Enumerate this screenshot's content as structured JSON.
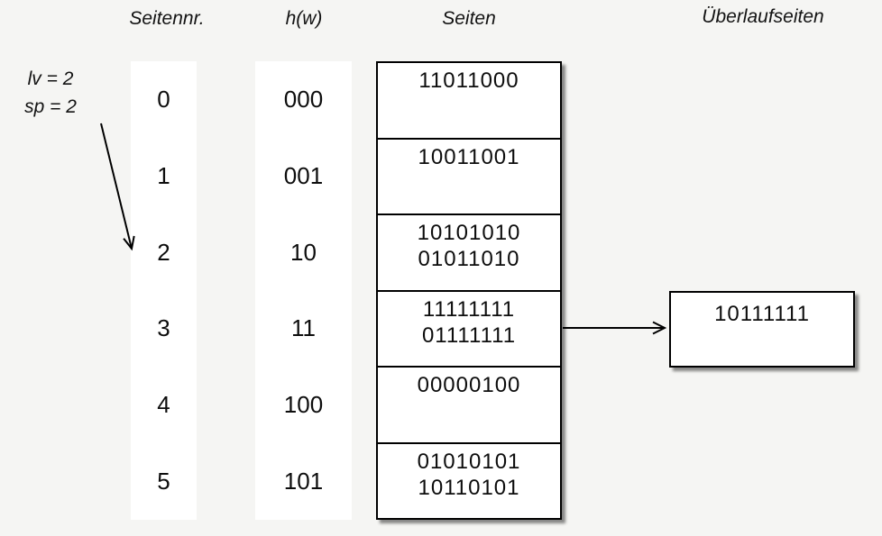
{
  "headers": {
    "seitennr": "Seitennr.",
    "hw": "h(w)",
    "seiten": "Seiten",
    "ueberlaufseiten": "Überlaufseiten"
  },
  "annotation": {
    "lv": "lv = 2",
    "sp": "sp = 2"
  },
  "rows": [
    {
      "nr": "0",
      "hash": "000",
      "lines": [
        "11011000"
      ]
    },
    {
      "nr": "1",
      "hash": "001",
      "lines": [
        "10011001"
      ]
    },
    {
      "nr": "2",
      "hash": "10",
      "lines": [
        "10101010",
        "01011010"
      ]
    },
    {
      "nr": "3",
      "hash": "11",
      "lines": [
        "11111111",
        "01111111"
      ]
    },
    {
      "nr": "4",
      "hash": "100",
      "lines": [
        "00000100"
      ]
    },
    {
      "nr": "5",
      "hash": "101",
      "lines": [
        "01010101",
        "10110101"
      ]
    }
  ],
  "overflow_page": {
    "value": "10111111",
    "linked_from_row": "3"
  },
  "colors": {
    "background": "#f5f5f3",
    "box_fill": "#ffffff",
    "line": "#000000",
    "text": "#111111"
  }
}
